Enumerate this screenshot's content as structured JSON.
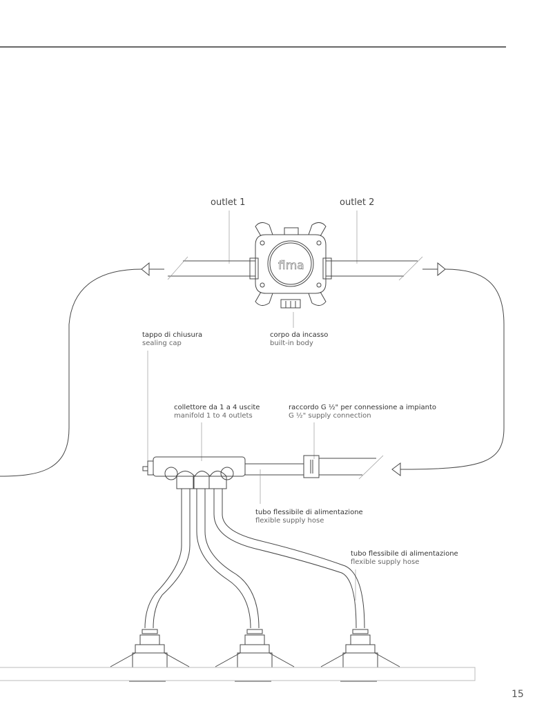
{
  "labels": {
    "outlet1": "outlet 1",
    "outlet2": "outlet 2",
    "sealing_cap_it": "tappo di chiusura",
    "sealing_cap_en": "sealing cap",
    "body_it": "corpo da incasso",
    "body_en": "built-in body",
    "manifold_it": "collettore da 1 a 4 uscite",
    "manifold_en": "manifold 1 to 4 outlets",
    "connection_it": "raccordo G ½\" per connessione a impianto",
    "connection_en": "G ½\" supply connection",
    "hose1_it": "tubo flessibile di alimentazione",
    "hose1_en": "flexible supply hose",
    "hose2_it": "tubo flessibile di alimentazione",
    "hose2_en": "flexible supply hose"
  },
  "logo": "fima",
  "page_number": "15"
}
